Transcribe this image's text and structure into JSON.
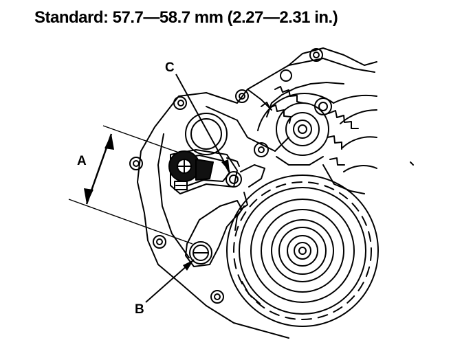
{
  "header": {
    "standard_text": "Standard: 57.7—58.7 mm (2.27—2.31 in.)"
  },
  "callouts": {
    "a": "A",
    "b": "B",
    "c": "C"
  }
}
